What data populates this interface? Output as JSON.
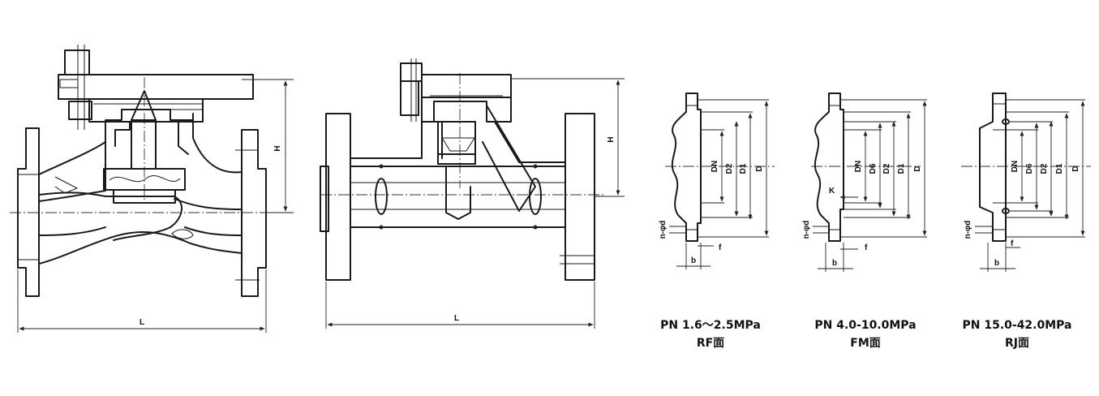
{
  "dimension_labels": {
    "valve_a_height": "H",
    "valve_a_length": "L",
    "valve_b_height": "H",
    "valve_b_length": "L",
    "nominal_diameter": "DN",
    "d2": "D2",
    "d1": "D1",
    "d_outer": "D",
    "d6": "D6",
    "bolt_holes": "n-φd",
    "flange_thickness": "b",
    "face_height": "f",
    "recess": "K"
  },
  "flanges": [
    {
      "pressure": "PN 1.6～2.5MPa",
      "face": "RF面"
    },
    {
      "pressure": "PN 4.0-10.0MPa",
      "face": "FM面"
    },
    {
      "pressure": "PN 15.0-42.0MPa",
      "face": "RJ面"
    }
  ]
}
